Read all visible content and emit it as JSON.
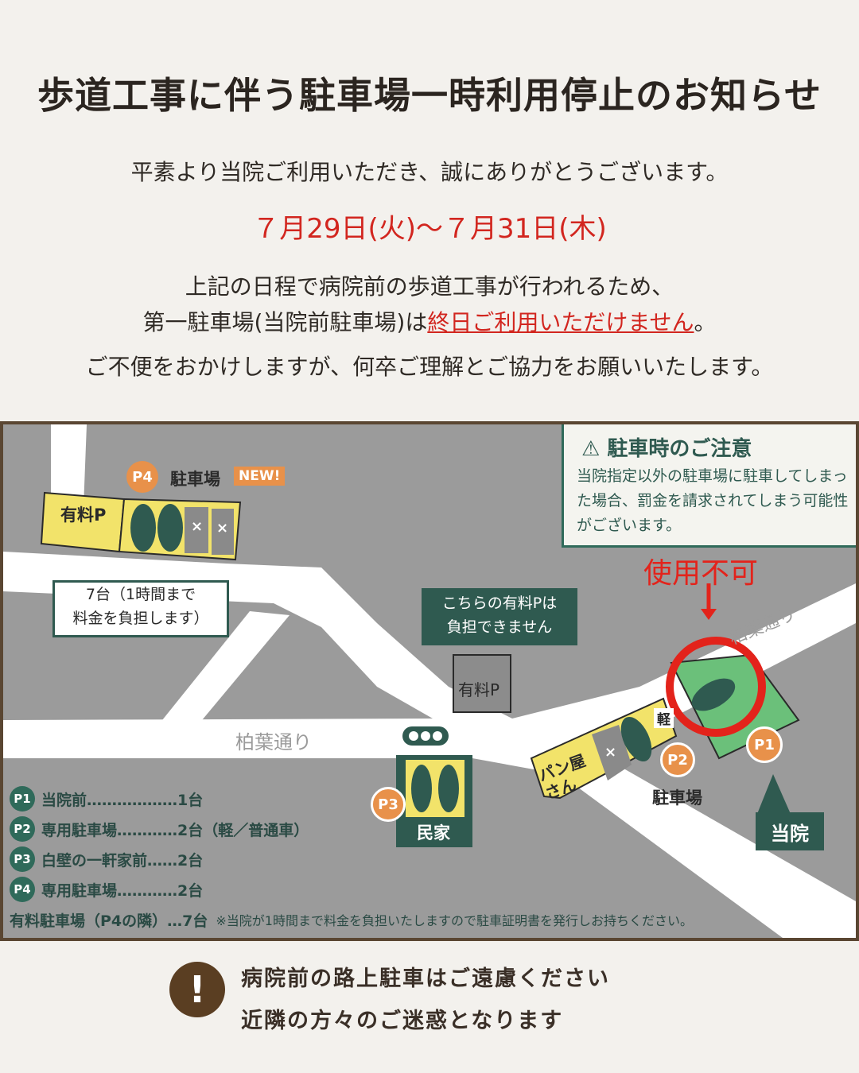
{
  "header": {
    "title": "歩道工事に伴う駐車場一時利用停止のお知らせ",
    "greeting": "平素より当院ご利用いただき、誠にありがとうございます。",
    "date_range": "７月29日(火)〜７月31日(木)",
    "body_line1": "上記の日程で病院前の歩道工事が行われるため、",
    "body_line2_pre": "第一駐車場(当院前駐車場)は",
    "body_line2_red": "終日ご利用いただけません",
    "body_line2_post": "。",
    "body_line3": "ご不便をおかけしますが、何卒ご理解とご協力をお願いいたします。"
  },
  "map": {
    "caution_title": "駐車時のご注意",
    "caution_body": "当院指定以外の駐車場に駐車してしまった場合、罰金を請求されてしまう可能性がございます。",
    "unavailable": "使用不可",
    "road_name_main": "柏葉通り",
    "road_name_diag": "柏葉通り",
    "p4_badge": "P4",
    "p4_label": "駐車場",
    "p4_new": "NEW!",
    "paid_p_label": "有料P",
    "paid_p_note_l1": "7台（1時間まで",
    "paid_p_note_l2": "料金を負担します）",
    "other_paid_note_l1": "こちらの有料Pは",
    "other_paid_note_l2": "負担できません",
    "other_paid_label": "有料P",
    "p3_badge": "P3",
    "p3_house": "民家",
    "bread_shop": "パン屋さん",
    "kei_label": "軽",
    "p2_badge": "P2",
    "p2_label": "駐車場",
    "p1_badge": "P1",
    "hospital_label": "当院",
    "x_mark": "×"
  },
  "legend": [
    {
      "badge": "P1",
      "text": "当院前………………1台"
    },
    {
      "badge": "P2",
      "text": "専用駐車場…………2台（軽／普通車）"
    },
    {
      "badge": "P3",
      "text": "白壁の一軒家前……2台"
    },
    {
      "badge": "P4",
      "text": "専用駐車場…………2台"
    }
  ],
  "legend_paid": "有料駐車場（P4の隣）…7台",
  "legend_note": "※当院が1時間まで料金を負担いたしますので駐車証明書を発行しお持ちください。",
  "bottom": {
    "icon": "!",
    "line1": "病院前の路上駐車はご遠慮ください",
    "line2": "近隣の方々のご迷惑となります"
  },
  "colors": {
    "accent_red": "#d2261f",
    "green_dark": "#2f6a5a",
    "yellow": "#f2e36a",
    "orange": "#e8914a",
    "brown": "#5a3e22"
  }
}
